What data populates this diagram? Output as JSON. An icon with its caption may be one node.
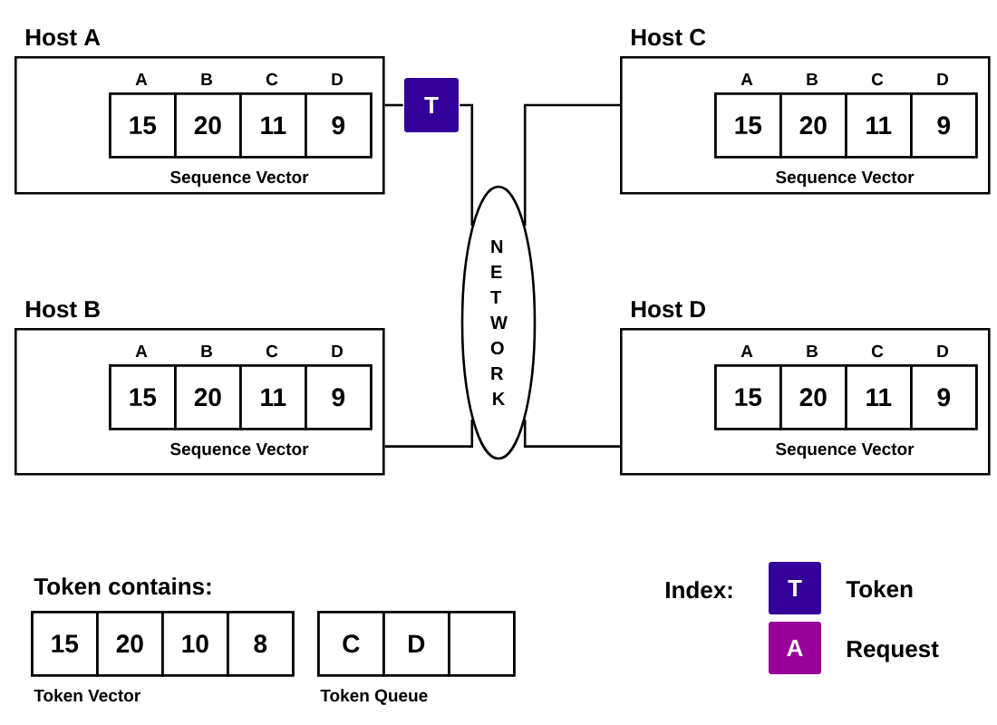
{
  "diagram": {
    "nodes": [
      {
        "text": [
          "Host A"
        ]
      },
      {
        "text": [
          "Sequence Vector"
        ],
        "in": 0
      },
      {
        "text": [
          "15"
        ],
        "in": 1,
        "beside": [
          "A"
        ]
      },
      {
        "text": [
          "20"
        ],
        "in": 1,
        "beside": [
          "B"
        ]
      },
      {
        "text": [
          "11"
        ],
        "in": 1,
        "beside": [
          "C"
        ]
      },
      {
        "text": [
          "9"
        ],
        "in": 1,
        "beside": [
          "D"
        ]
      },
      {
        "text": [
          "T"
        ]
      },
      {
        "text": [
          "Host C"
        ]
      },
      {
        "text": [
          "Sequence Vector"
        ],
        "in": 7
      },
      {
        "text": [
          "15"
        ],
        "in": 8,
        "beside": [
          "A"
        ]
      },
      {
        "text": [
          "20"
        ],
        "in": 8,
        "beside": [
          "B"
        ]
      },
      {
        "text": [
          "11"
        ],
        "in": 8,
        "beside": [
          "C"
        ]
      },
      {
        "text": [
          "9"
        ],
        "in": 8,
        "beside": [
          "D"
        ]
      },
      {
        "text": [
          "NETWORK"
        ]
      },
      {
        "text": [
          "Host B"
        ]
      },
      {
        "text": [
          "Sequence Vector"
        ],
        "in": 14
      },
      {
        "text": [
          "15"
        ],
        "in": 15,
        "beside": [
          "A"
        ]
      },
      {
        "text": [
          "20"
        ],
        "in": 15,
        "beside": [
          "B"
        ]
      },
      {
        "text": [
          "11"
        ],
        "in": 15,
        "beside": [
          "C"
        ]
      },
      {
        "text": [
          "9"
        ],
        "in": 15,
        "beside": [
          "D"
        ]
      },
      {
        "text": [
          "Host D"
        ]
      },
      {
        "text": [
          "Sequence Vector"
        ],
        "in": 20
      },
      {
        "text": [
          "15"
        ],
        "in": 21,
        "beside": [
          "A"
        ]
      },
      {
        "text": [
          "20"
        ],
        "in": 21,
        "beside": [
          "B"
        ]
      },
      {
        "text": [
          "11"
        ],
        "in": 21,
        "beside": [
          "C"
        ]
      },
      {
        "text": [
          "9"
        ],
        "in": 21,
        "beside": [
          "D"
        ]
      },
      {
        "text": [
          "Token Vector"
        ]
      },
      {
        "text": [
          "15"
        ],
        "in": 26
      },
      {
        "text": [
          "20"
        ],
        "in": 26
      },
      {
        "text": [
          "10"
        ],
        "in": 26
      },
      {
        "text": [
          "8"
        ],
        "in": 26
      },
      {
        "text": [
          "Token Queue"
        ]
      },
      {
        "text": [
          "C"
        ],
        "in": 31
      },
      {
        "text": [
          "D"
        ],
        "in": 31
      },
      {
        "text": [],
        "shape": "box",
        "in": 31
      }
    ],
    "edges": [
      {
        "from": 0,
        "to": 6,
        "arrow": "none"
      },
      {
        "from": 6,
        "to": 13,
        "arrow": "none"
      },
      {
        "from": 7,
        "to": 13,
        "arrow": "none"
      },
      {
        "from": 14,
        "to": 13,
        "arrow": "none"
      },
      {
        "from": 20,
        "to": 13,
        "arrow": "none"
      }
    ],
    "labels": [
      "Token contains:",
      "Index:",
      "T",
      "A"
    ],
    "legend": [
      {
        "text": "Token",
        "color": "#330099"
      },
      {
        "text": "Request",
        "color": "#990099"
      }
    ]
  }
}
